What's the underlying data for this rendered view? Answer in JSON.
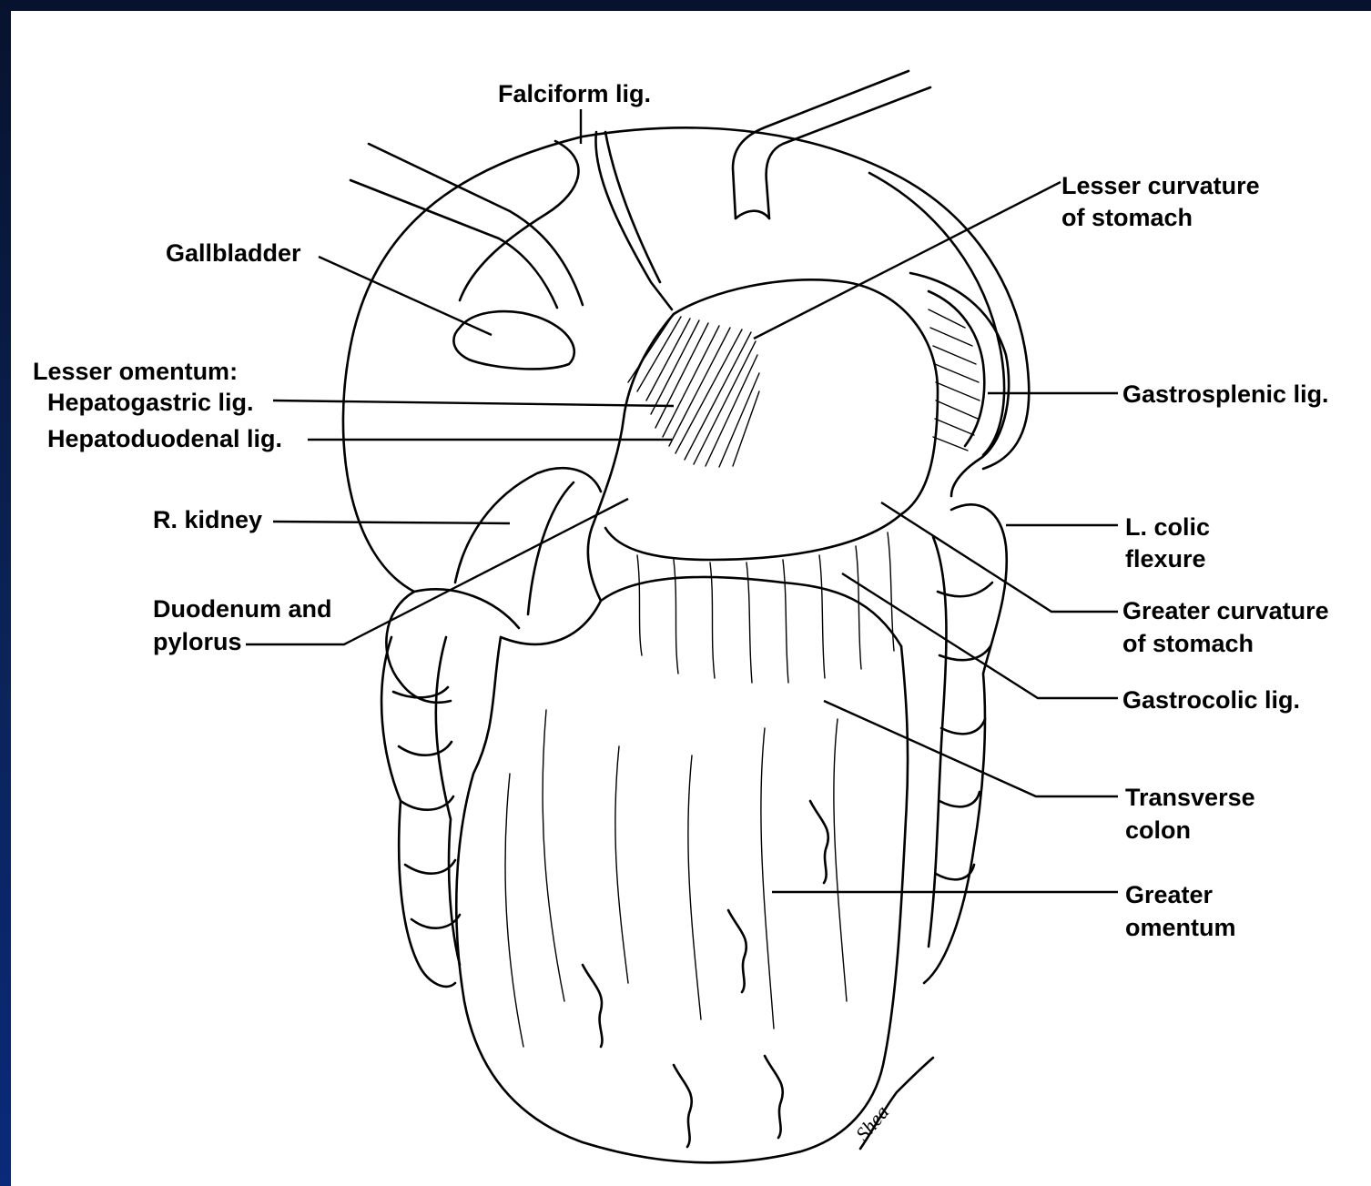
{
  "colors": {
    "background_frame": "#0b2358",
    "paper": "#ffffff",
    "ink": "#000000"
  },
  "labels": {
    "falciform": "Falciform lig.",
    "gallbladder": "Gallbladder",
    "lesser_omentum_header": "Lesser omentum:",
    "hepatogastric": "Hepatogastric lig.",
    "hepatoduodenal": "Hepatoduodenal lig.",
    "r_kidney": "R. kidney",
    "duodenum_line1": "Duodenum and",
    "duodenum_line2": "pylorus",
    "lesser_curv_line1": "Lesser curvature",
    "lesser_curv_line2": "of stomach",
    "gastrosplenic": "Gastrosplenic lig.",
    "l_colic_line1": "L. colic",
    "l_colic_line2": "flexure",
    "greater_curv_line1": "Greater curvature",
    "greater_curv_line2": "of stomach",
    "gastrocolic": "Gastrocolic lig.",
    "transverse_line1": "Transverse",
    "transverse_line2": "colon",
    "greater_omentum_line1": "Greater",
    "greater_omentum_line2": "omentum"
  },
  "signature_text": "Shea"
}
